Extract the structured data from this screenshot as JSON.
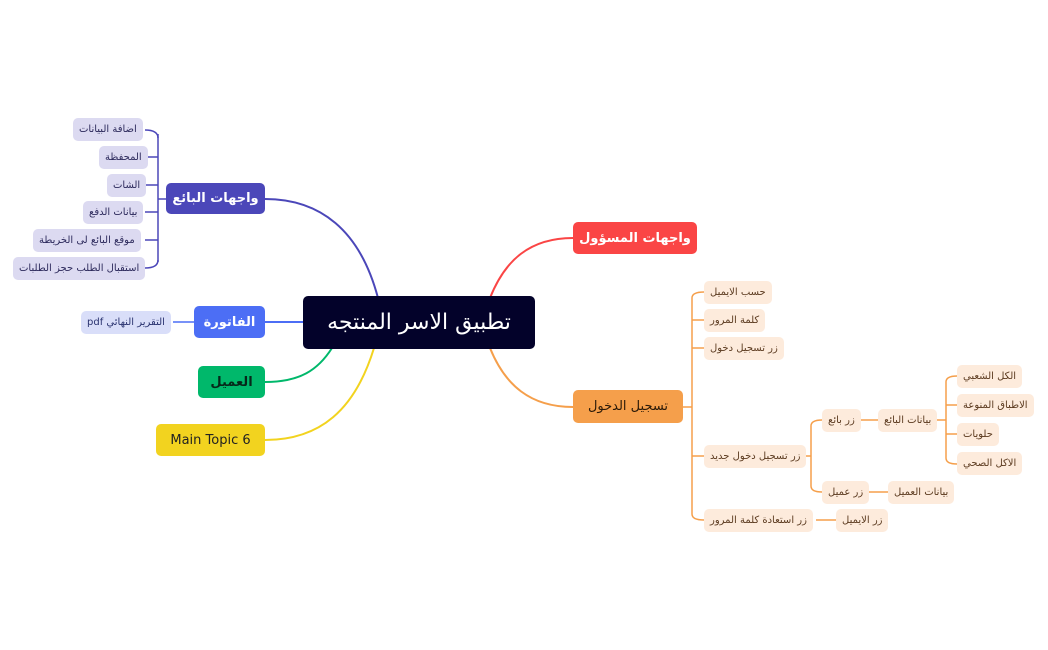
{
  "central": {
    "label": "تطبيق الاسر المنتجه",
    "color": "#03022a"
  },
  "topics": {
    "seller": {
      "label": "واجهات البائع",
      "color": "#4b47b9",
      "children": [
        "اضافة البيانات",
        "المحفظة",
        "الشات",
        "بيانات الدفع",
        "موقع البائع لى الخريطة",
        "استقبال الطلب حجز الطلبات"
      ]
    },
    "invoice": {
      "label": "الفاتورة",
      "color": "#4c6ef5",
      "children": [
        "التقرير النهائي pdf"
      ]
    },
    "client": {
      "label": "العميل",
      "color": "#00b86b"
    },
    "topic6": {
      "label": "Main Topic 6",
      "color": "#f2d31f"
    },
    "admin": {
      "label": "واجهات المسؤول",
      "color": "#fa4545"
    },
    "login": {
      "label": "تسجيل الدخول",
      "color": "#f59f4b",
      "children": [
        "حسب الايميل",
        "كلمة المرور",
        "زر تسجيل دخول",
        "زر تسجيل دخول جديد",
        "زر استعادة كلمة المرور"
      ],
      "new_login": {
        "seller_btn": "زر بائع",
        "client_btn": "زر عميل",
        "seller_data": "بيانات البائع",
        "client_data": "بيانات العميل",
        "seller_categories": [
          "الكل الشعبي",
          "الاطباق المنوعة",
          "حلويات",
          "الاكل الصحي"
        ]
      },
      "recover": {
        "email_btn": "زر الايميل"
      }
    }
  }
}
